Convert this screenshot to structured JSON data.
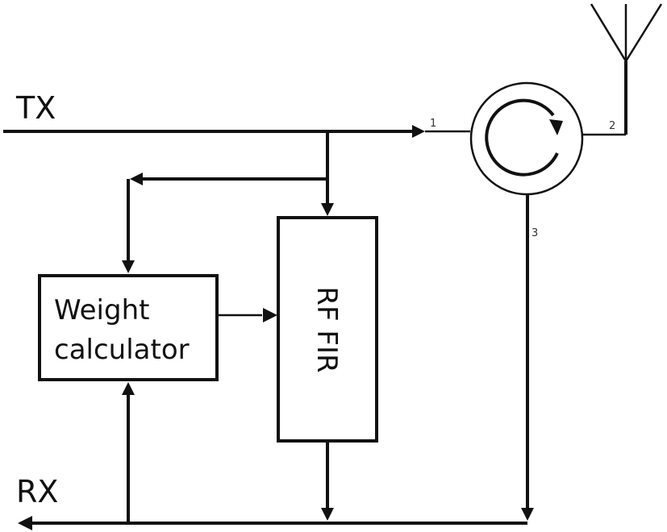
{
  "labels": {
    "tx": "TX",
    "rx": "RX",
    "weight_calculator_line1": "Weight",
    "weight_calculator_line2": "calculator",
    "rf_fir": "RF FIR"
  },
  "circulator_ports": {
    "port1": "1",
    "port2": "2",
    "port3": "3"
  }
}
